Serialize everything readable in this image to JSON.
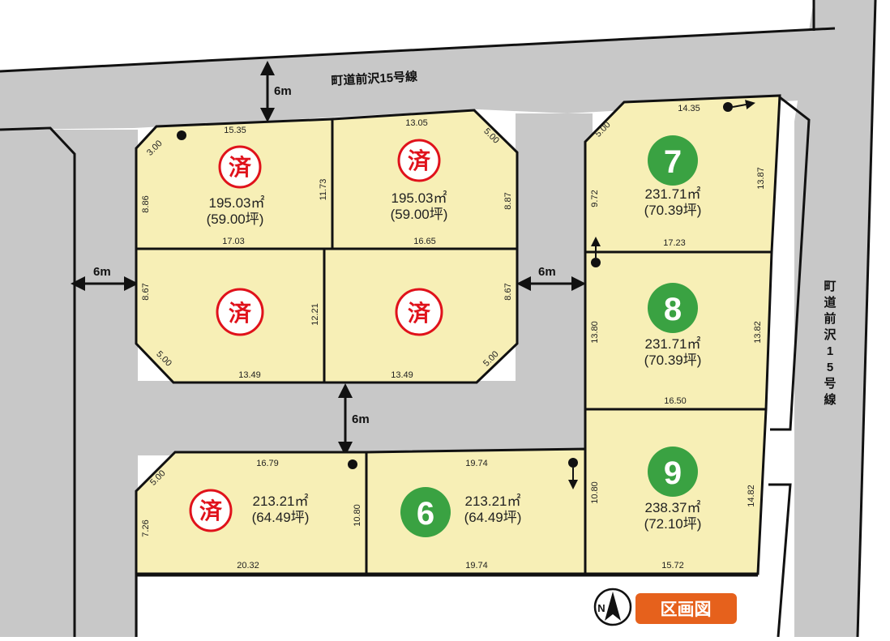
{
  "roads": {
    "north_name": "町道前沢15号線",
    "east_name_chars": [
      "町",
      "道",
      "前",
      "沢",
      "1",
      "5",
      "号",
      "線"
    ],
    "widths": {
      "north": "6m",
      "west": "6m",
      "middle_vertical": "6m",
      "middle_horizontal": "6m"
    }
  },
  "title": "区画図",
  "north_symbol": "N",
  "sold_mark": "済",
  "colors": {
    "lot_fill": "#f7efb6",
    "road": "#c8c8c8",
    "lot_number_circle": "#3aa242",
    "sold_red": "#e0121b",
    "title_bg": "#e6611c"
  },
  "lots": [
    {
      "key": "tl",
      "sold": true,
      "area_m2": "195.03㎡",
      "area_tsubo": "(59.00坪)",
      "dims": {
        "top": "15.35",
        "corner": "3.00",
        "left": "8.86",
        "right": "11.73",
        "bottom": "17.03"
      }
    },
    {
      "key": "tr",
      "sold": true,
      "area_m2": "195.03㎡",
      "area_tsubo": "(59.00坪)",
      "dims": {
        "top": "13.05",
        "corner": "5.00",
        "right": "8.87",
        "bottom": "16.65"
      }
    },
    {
      "key": "ml",
      "sold": true,
      "dims": {
        "left": "8.67",
        "right": "12.21",
        "corner": "5.00",
        "bottom": "13.49"
      }
    },
    {
      "key": "mr",
      "sold": true,
      "dims": {
        "right": "8.67",
        "corner": "5.00",
        "bottom": "13.49"
      }
    },
    {
      "key": "lot7",
      "number": "7",
      "sold": false,
      "area_m2": "231.71㎡",
      "area_tsubo": "(70.39坪)",
      "dims": {
        "top": "14.35",
        "corner": "5.00",
        "left": "9.72",
        "right": "13.87",
        "bottom": "17.23"
      }
    },
    {
      "key": "lot8",
      "number": "8",
      "sold": false,
      "area_m2": "231.71㎡",
      "area_tsubo": "(70.39坪)",
      "dims": {
        "left": "13.80",
        "right": "13.82",
        "bottom": "16.50"
      }
    },
    {
      "key": "lot9",
      "number": "9",
      "sold": false,
      "area_m2": "238.37㎡",
      "area_tsubo": "(72.10坪)",
      "dims": {
        "left": "10.80",
        "right": "14.82",
        "bottom": "15.72"
      }
    },
    {
      "key": "bl",
      "sold": true,
      "area_m2": "213.21㎡",
      "area_tsubo": "(64.49坪)",
      "dims": {
        "top": "16.79",
        "corner": "5.00",
        "left": "7.26",
        "right": "10.80",
        "bottom": "20.32"
      }
    },
    {
      "key": "lot6",
      "number": "6",
      "sold": false,
      "area_m2": "213.21㎡",
      "area_tsubo": "(64.49坪)",
      "dims": {
        "top": "19.74",
        "bottom": "19.74"
      }
    }
  ]
}
